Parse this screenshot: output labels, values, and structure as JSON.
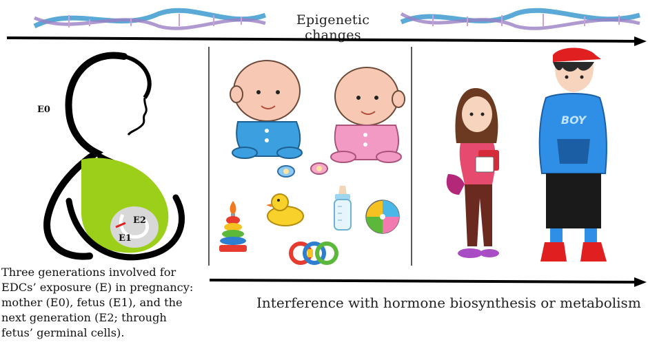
{
  "top_banner": {
    "title": "Epigenetic changes"
  },
  "bottom_banner": {
    "title": "Interference with hormone biosynthesis or metabolism"
  },
  "pregnancy_panel": {
    "labels": {
      "mother": "E0",
      "fetus": "E1",
      "next_generation": "E2"
    },
    "caption_lines": [
      "Three generations involved for",
      "EDCs’ exposure (E) in pregnancy:",
      "mother (E0), fetus (E1), and the",
      "next generation (E2; through",
      "fetus’ germinal cells)."
    ]
  },
  "baby_panel": {
    "icons": [
      "baby-boy-icon",
      "baby-girl-icon",
      "pacifier-icon",
      "pacifier-icon",
      "stacking-rings-icon",
      "rubber-duck-icon",
      "baby-bottle-icon",
      "beach-ball-icon",
      "rattle-icon"
    ]
  },
  "adolescent_panel": {
    "icons": [
      "teen-girl-icon",
      "teen-boy-icon"
    ],
    "shirt_text": "BOY"
  },
  "colors": {
    "belly_green": "#9ccf1a",
    "boy_blue": "#3b9fe0",
    "girl_pink": "#f39ac4",
    "arrow_black": "#000000"
  }
}
